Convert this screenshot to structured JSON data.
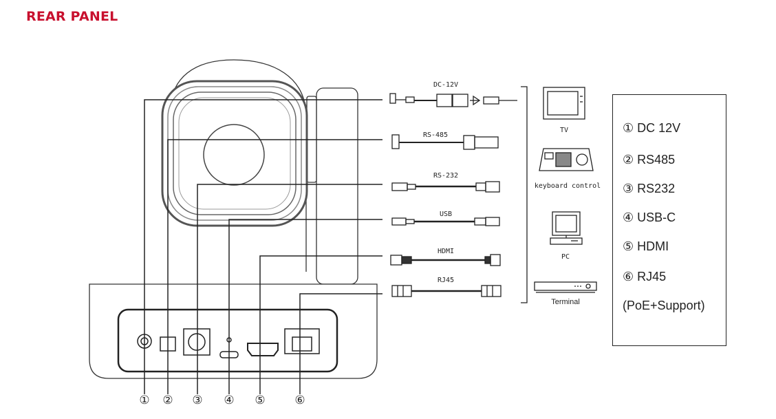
{
  "header": {
    "title": "REAR PANEL"
  },
  "cables": [
    {
      "label": "DC-12V"
    },
    {
      "label": "RS-485"
    },
    {
      "label": "RS-232"
    },
    {
      "label": "USB"
    },
    {
      "label": "HDMI"
    },
    {
      "label": "RJ45"
    }
  ],
  "devices": [
    {
      "label": "TV",
      "icon": "tv-icon"
    },
    {
      "label": "keyboard control",
      "icon": "keyboard-controller-icon"
    },
    {
      "label": "PC",
      "icon": "pc-icon"
    },
    {
      "label": "Terminal",
      "icon": "terminal-icon"
    }
  ],
  "port_numbers": [
    "①",
    "②",
    "③",
    "④",
    "⑤",
    "⑥"
  ],
  "legend": {
    "items": [
      "① DC 12V",
      "② RS485",
      "③ RS232",
      "④ USB-C",
      "⑤ HDMI",
      "⑥ RJ45",
      "(PoE+Support)"
    ]
  },
  "colors": {
    "title": "#c8102e",
    "line": "#222222"
  }
}
